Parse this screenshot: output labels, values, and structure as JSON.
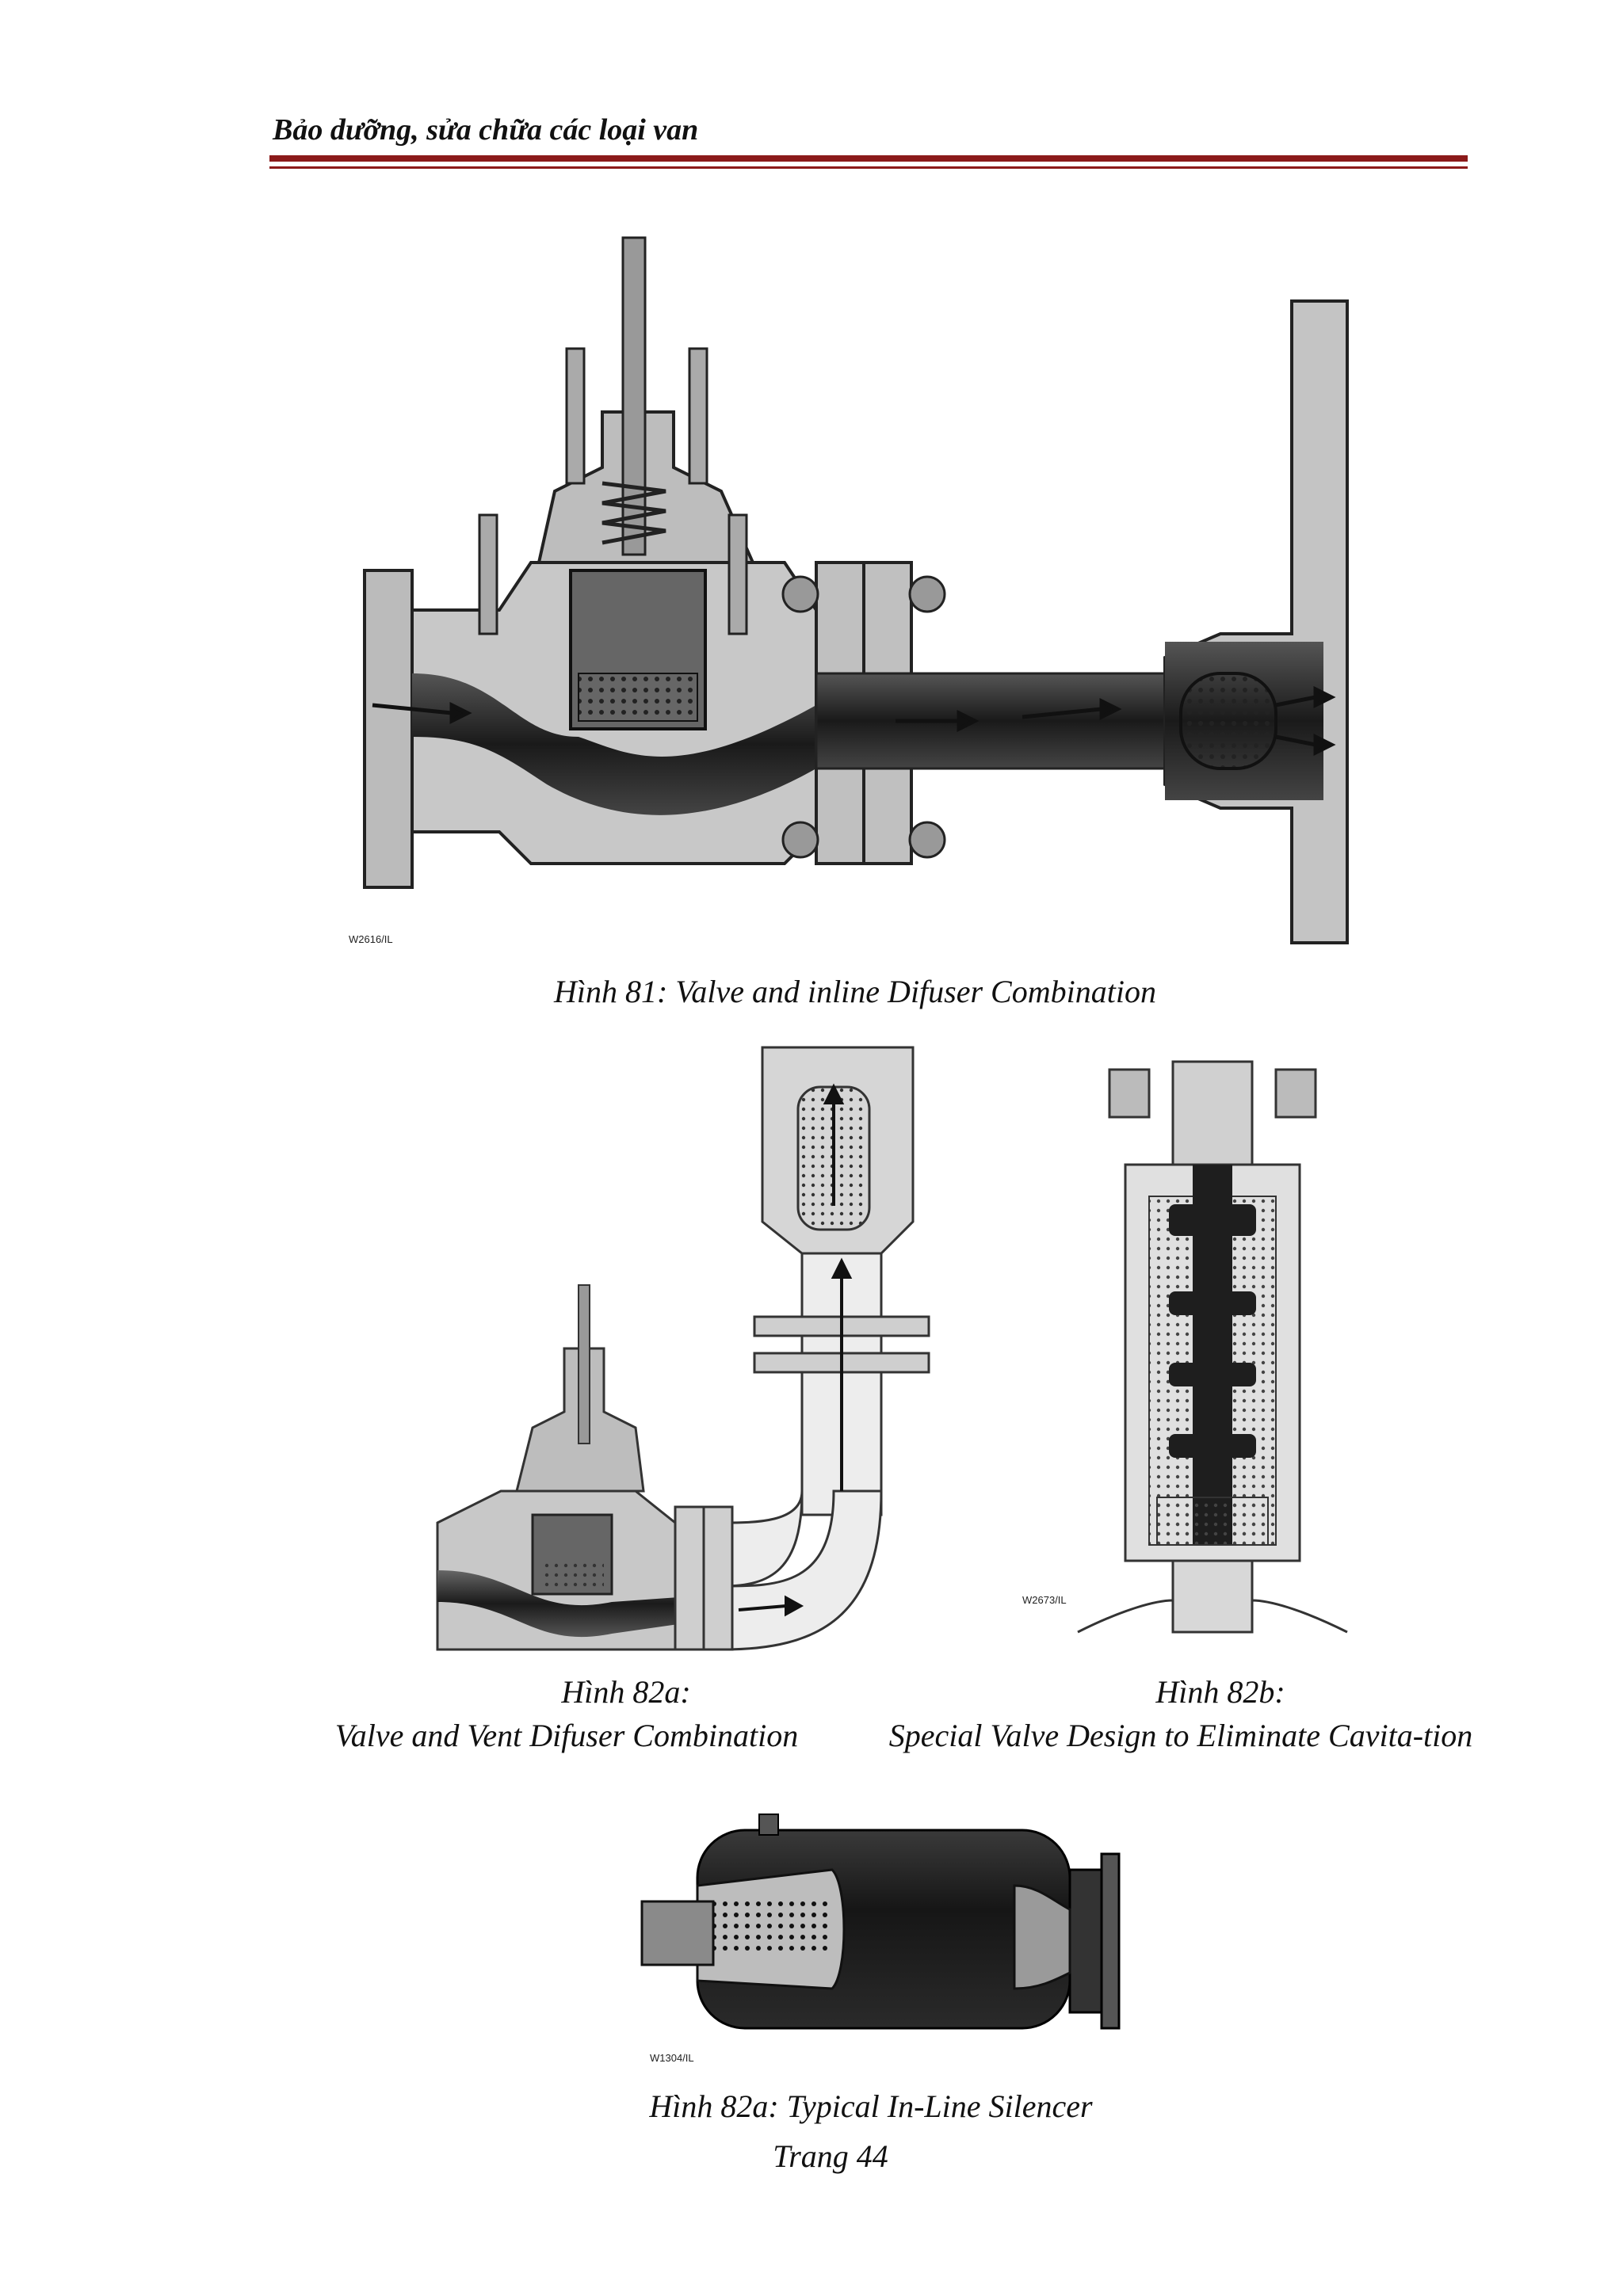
{
  "header": {
    "title": "Bảo dưỡng, sửa chữa các loại van"
  },
  "figures": {
    "fig81": {
      "code": "W2616/IL",
      "caption": "Hình 81: Valve and inline Difuser Combination"
    },
    "fig82a": {
      "caption_line1": "Hình 82a:",
      "caption_line2": "Valve and Vent Difuser Combination"
    },
    "fig82b": {
      "code": "W2673/IL",
      "caption_line1": "Hình 82b:",
      "caption_line2": "Special Valve Design to Eliminate Cavita-tion"
    },
    "fig82c": {
      "code": "W1304/IL",
      "caption": "Hình 82a: Typical In-Line Silencer"
    }
  },
  "footer": {
    "page": "Trang 44"
  }
}
